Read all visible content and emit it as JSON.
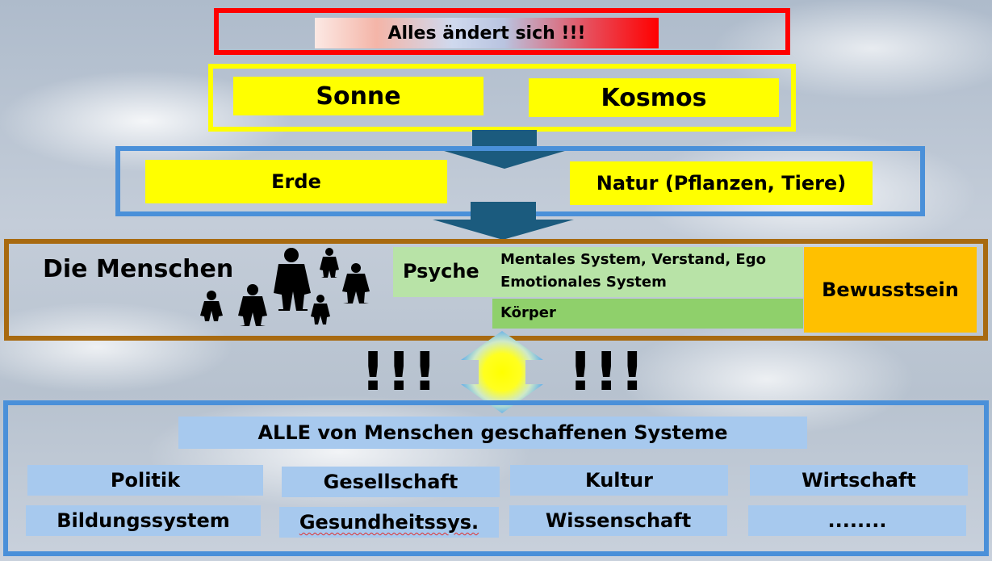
{
  "header": {
    "title": "Alles ändert sich !!!"
  },
  "cosmic": {
    "sun": "Sonne",
    "cosmos": "Kosmos"
  },
  "earth_row": {
    "earth": "Erde",
    "nature": "Natur (Pflanzen, Tiere)"
  },
  "humans": {
    "title": "Die Menschen",
    "psyche": "Psyche",
    "mental": "Mentales System, Verstand, Ego",
    "emotional": "Emotionales System",
    "body": "Körper",
    "consciousness": "Bewusstsein"
  },
  "exclaim": {
    "left": "!!!",
    "right": "!!!"
  },
  "systems": {
    "title": "ALLE von Menschen geschaffenen Systeme",
    "items": [
      "Politik",
      "Gesellschaft",
      "Kultur",
      "Wirtschaft",
      "Bildungssystem",
      "Gesundheitssys.",
      "Wissenschaft",
      "........"
    ]
  },
  "colors": {
    "header_border": "#ff0000",
    "cosmic_border": "#ffff00",
    "earth_border": "#4a90d9",
    "humans_border": "#a86a10",
    "systems_border": "#4a90d9",
    "arrow": "#1b5b7e",
    "psyche_green": "#b8e3a7",
    "body_green": "#8fd06b",
    "consciousness_orange": "#ffc000"
  }
}
